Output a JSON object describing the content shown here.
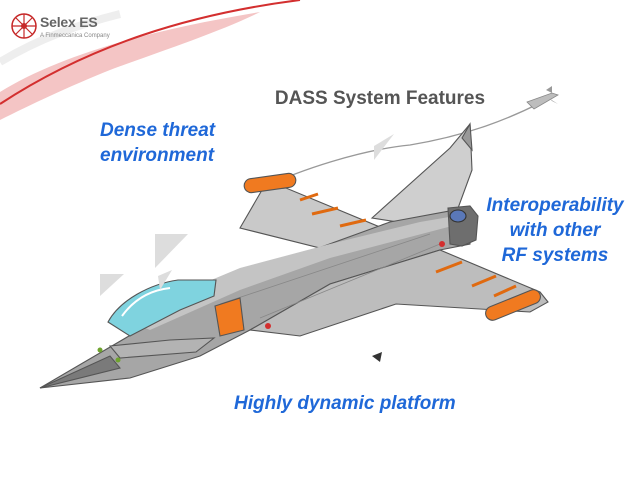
{
  "logo": {
    "name": "Selex ES",
    "subtitle": "A Finmeccanica Company"
  },
  "title": "DASS System Features",
  "callouts": {
    "dense": [
      "Dense threat",
      "environment"
    ],
    "interop": [
      "Interoperability",
      "with other",
      "RF systems"
    ],
    "dynamic": "Highly dynamic platform"
  },
  "colors": {
    "callout": "#1f68d8",
    "accent_red": "#c62828",
    "pod_orange": "#f07a20",
    "airframe_grey": "#9e9e9e"
  },
  "icons": [
    "selex-logo-icon",
    "fighter-jet-illustration",
    "incoming-missile-icon"
  ]
}
